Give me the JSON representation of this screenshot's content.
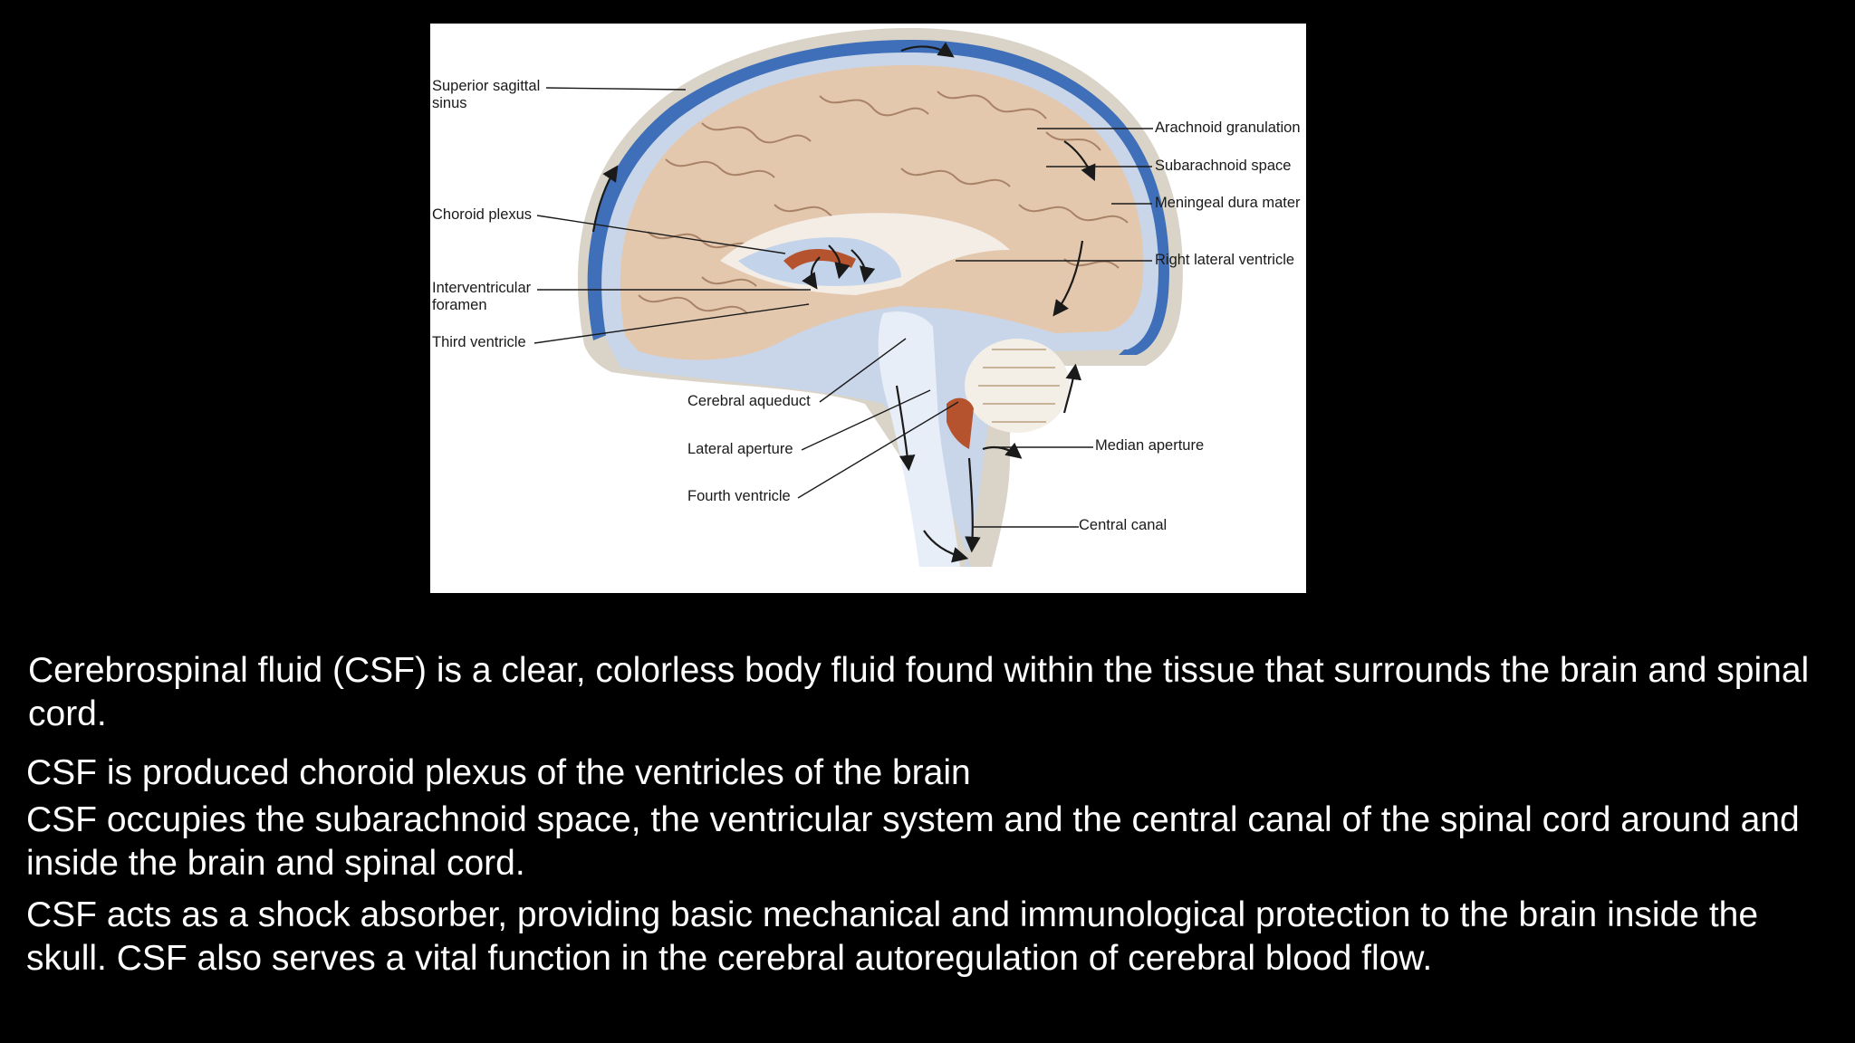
{
  "diagram": {
    "labels": {
      "superior_sagittal_sinus": "Superior sagittal\nsinus",
      "choroid_plexus": "Choroid plexus",
      "interventricular_foramen": "Interventricular\nforamen",
      "third_ventricle": "Third ventricle",
      "cerebral_aqueduct": "Cerebral aqueduct",
      "lateral_aperture": "Lateral aperture",
      "fourth_ventricle": "Fourth ventricle",
      "arachnoid_granulation": "Arachnoid granulation",
      "subarachnoid_space": "Subarachnoid space",
      "meningeal_dura_mater": "Meningeal dura mater",
      "right_lateral_ventricle": "Right lateral ventricle",
      "median_aperture": "Median aperture",
      "central_canal": "Central canal"
    },
    "colors": {
      "dura": "#d9d3c8",
      "sinus_blue": "#3f6fb8",
      "csf_light": "#c9d6ea",
      "brain_tissue": "#e4c8ae",
      "gyri_lines": "#a98367",
      "choroid_red": "#b5532e",
      "arrows": "#1a1a1a"
    }
  },
  "text": {
    "para1": "Cerebrospinal fluid (CSF) is a clear, colorless body fluid found within the tissue that surrounds the brain and spinal cord.",
    "para2": "CSF is produced choroid plexus of the ventricles of the brain",
    "para3": "CSF occupies the subarachnoid space, the ventricular system and the central canal of the spinal cord around and inside the brain and spinal cord.",
    "para4": "CSF acts as a shock absorber, providing basic mechanical and immunological protection to the brain inside the skull. CSF also serves a vital function in the cerebral autoregulation of cerebral blood flow."
  }
}
